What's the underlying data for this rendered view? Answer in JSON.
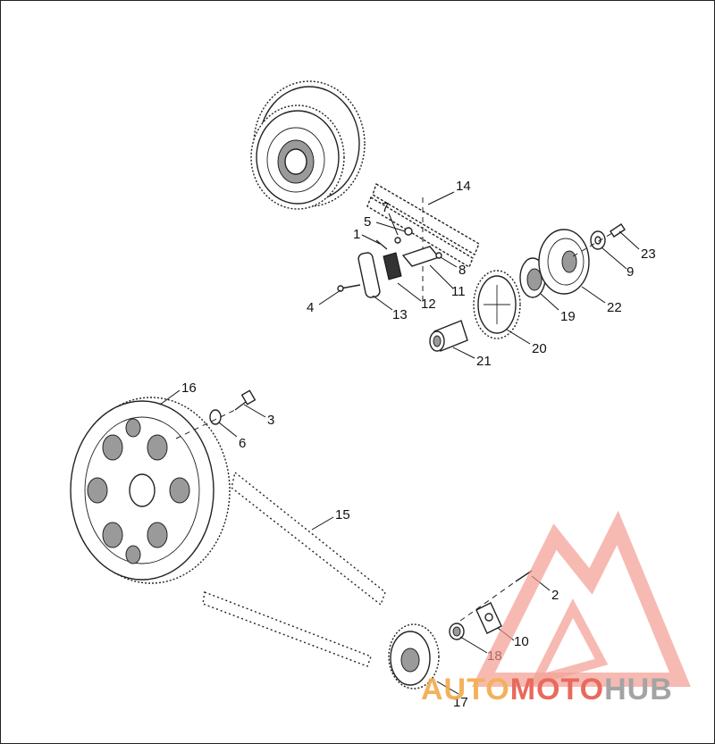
{
  "callouts": [
    {
      "id": "1",
      "label": "1"
    },
    {
      "id": "2",
      "label": "2"
    },
    {
      "id": "3",
      "label": "3"
    },
    {
      "id": "4",
      "label": "4"
    },
    {
      "id": "5",
      "label": "5"
    },
    {
      "id": "6",
      "label": "6"
    },
    {
      "id": "7",
      "label": "7"
    },
    {
      "id": "8",
      "label": "8"
    },
    {
      "id": "9",
      "label": "9"
    },
    {
      "id": "10",
      "label": "10"
    },
    {
      "id": "11",
      "label": "11"
    },
    {
      "id": "12",
      "label": "12"
    },
    {
      "id": "13",
      "label": "13"
    },
    {
      "id": "14",
      "label": "14"
    },
    {
      "id": "15",
      "label": "15"
    },
    {
      "id": "16",
      "label": "16"
    },
    {
      "id": "17",
      "label": "17"
    },
    {
      "id": "18",
      "label": "18"
    },
    {
      "id": "19",
      "label": "19"
    },
    {
      "id": "20",
      "label": "20"
    },
    {
      "id": "21",
      "label": "21"
    },
    {
      "id": "22",
      "label": "22"
    },
    {
      "id": "23",
      "label": "23"
    }
  ],
  "watermark": {
    "part1": "AUTO",
    "part2": "MOTO",
    "part3": "HUB",
    "color_primary": "#f29a8e",
    "color_secondary": "#e65a4c",
    "color_hub": "#9b9b9b"
  }
}
